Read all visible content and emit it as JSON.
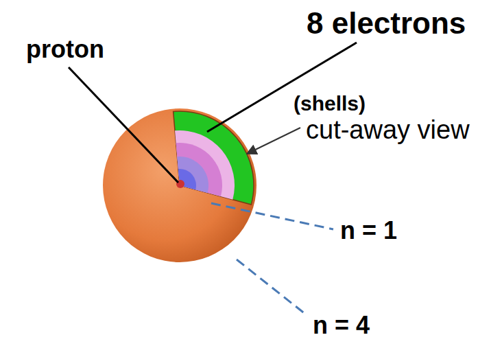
{
  "diagram": {
    "labels": [
      "proton",
      "8 electrons",
      "(shells)",
      "cut-away view",
      "n = 1",
      "n = 4"
    ]
  }
}
